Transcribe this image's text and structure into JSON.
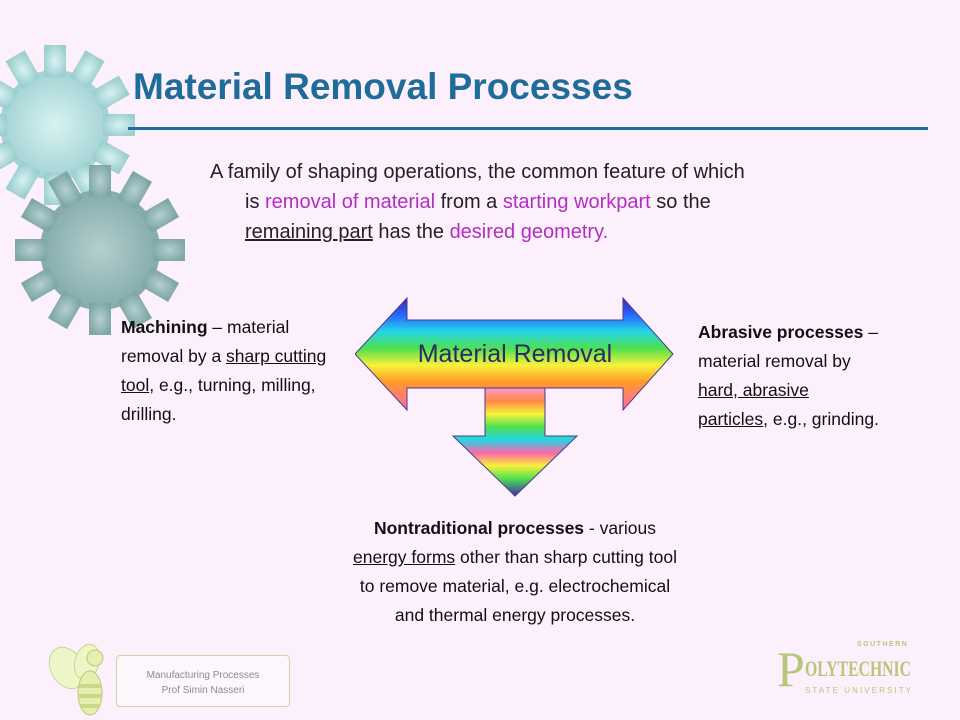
{
  "slide": {
    "title": "Material Removal Processes",
    "intro": {
      "p1": "A family of shaping operations, the common feature of which",
      "p2a": "is ",
      "removal": "removal of material",
      "p2b": " from a ",
      "starting": "starting workpart",
      "p2c": " so the",
      "remaining": "remaining part",
      "p3a": " has the ",
      "desired": "desired geometry",
      "p3b": "."
    },
    "center_label": "Material Removal",
    "machining": {
      "bold": "Machining",
      "t1": " – material removal by a ",
      "u": "sharp cutting tool",
      "t2": ", e.g., turning, milling, drilling."
    },
    "abrasive": {
      "bold": "Abrasive processes",
      "t1": " – material removal by ",
      "u": "hard, abrasive particles",
      "t2": ", e.g., grinding."
    },
    "nontrad": {
      "bold": "Nontraditional processes",
      "t1": " - various ",
      "u": "energy forms",
      "t2": " other than sharp cutting tool to remove material, e.g. electrochemical and thermal energy processes."
    },
    "footer": {
      "line1": "Manufacturing Processes",
      "line2": "Prof Simin Nasseri"
    },
    "logo": {
      "top": "SOUTHERN",
      "main_p": "P",
      "main_rest": "OLYTECHNIC",
      "bottom": "STATE UNIVERSITY"
    }
  },
  "colors": {
    "title": "#1f6b99",
    "highlight": "#b12fbf",
    "gear": "#8fb8b8",
    "logo": "#b7c77a"
  }
}
